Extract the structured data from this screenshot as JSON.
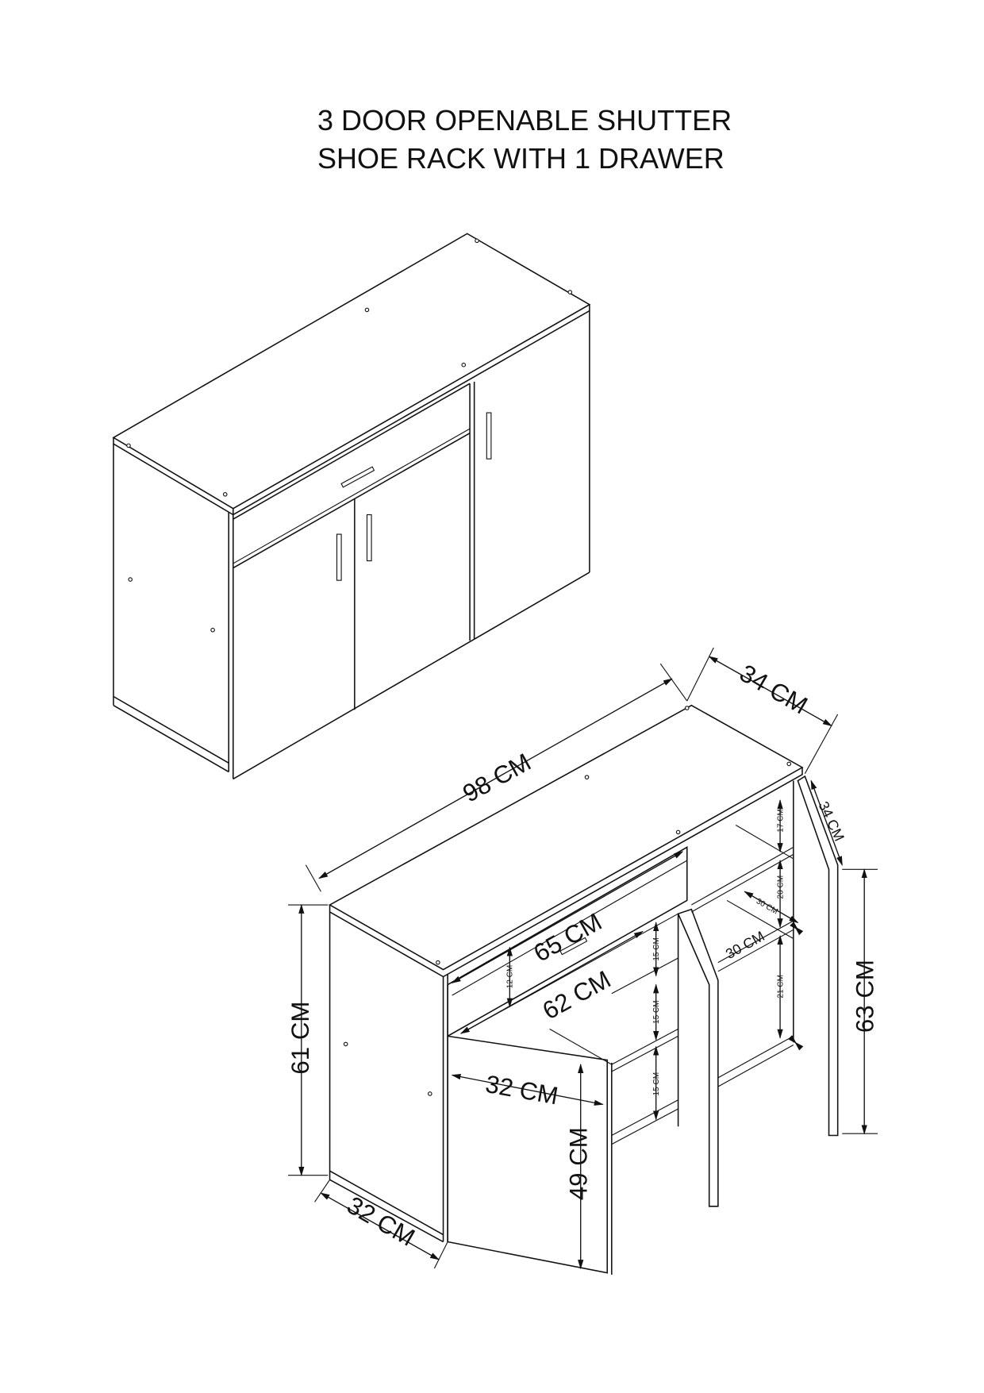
{
  "title": {
    "line1": "3 DOOR OPENABLE SHUTTER",
    "line2": "SHOE RACK WITH 1 DRAWER"
  },
  "dimensions": {
    "width": "98 CM",
    "depth": "34 CM",
    "door_depth": "34 CM",
    "right_height": "63 CM",
    "left_height": "61 CM",
    "side_depth": "32 CM",
    "door_width": "32 CM",
    "door_height": "49 CM",
    "drawer_width": "65 CM",
    "inner_width": "62 CM",
    "drawer_height": "12 CM",
    "left_shelf_1": "15 CM",
    "left_shelf_2": "15 CM",
    "left_shelf_3": "15 CM",
    "right_shelf_1": "17 CM",
    "right_shelf_2": "20 CM",
    "right_shelf_3": "21 CM",
    "shelf_depth_1": "30 CM",
    "shelf_depth_2": "30 CM"
  }
}
